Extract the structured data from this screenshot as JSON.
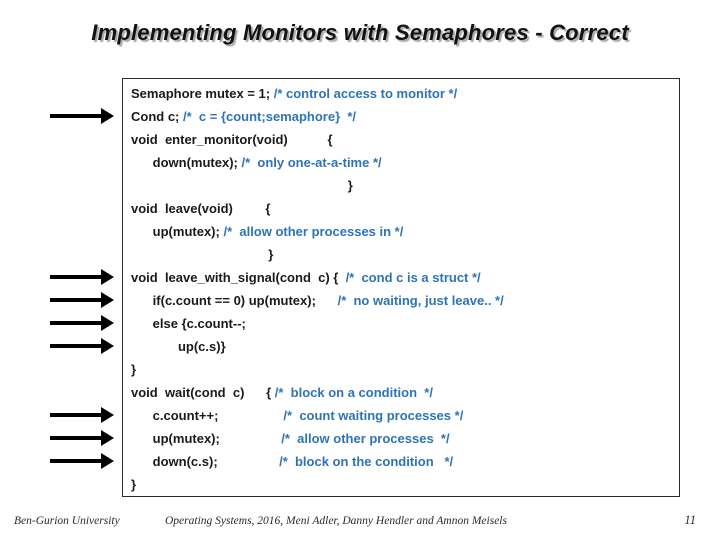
{
  "slide": {
    "title": "Implementing Monitors with Semaphores - Correct",
    "footer": {
      "left": "Ben-Gurion University",
      "center": "Operating Systems, 2016, Meni Adler, Danny Hendler and Amnon Meisels",
      "page_number": "11"
    }
  },
  "colors": {
    "code_text": "#1a1a1a",
    "comment": "#2E74B5",
    "arrow": "#000000",
    "box_border": "#2b2b2b"
  },
  "code": {
    "lines": [
      {
        "segments": [
          {
            "text": "Semaphore mutex = 1; ",
            "type": "code"
          },
          {
            "text": "/* control access to monitor */",
            "type": "comment"
          }
        ]
      },
      {
        "segments": [
          {
            "text": "Cond c; ",
            "type": "code"
          },
          {
            "text": "/*  c = {count;semaphore}  */",
            "type": "comment"
          }
        ]
      },
      {
        "segments": [
          {
            "text": "void  enter_monitor(void)           {",
            "type": "code"
          }
        ]
      },
      {
        "segments": [
          {
            "text": "      down(mutex); ",
            "type": "code"
          },
          {
            "text": "/*  only one-at-a-time */",
            "type": "comment"
          }
        ]
      },
      {
        "segments": [
          {
            "text": "                                                            }",
            "type": "code"
          }
        ]
      },
      {
        "segments": [
          {
            "text": "void  leave(void)         {",
            "type": "code"
          }
        ]
      },
      {
        "segments": [
          {
            "text": "      up(mutex); ",
            "type": "code"
          },
          {
            "text": "/*  allow other processes in */",
            "type": "comment"
          }
        ]
      },
      {
        "segments": [
          {
            "text": "                                      }",
            "type": "code"
          }
        ]
      },
      {
        "segments": [
          {
            "text": "void  leave_with_signal(cond  c) {  ",
            "type": "code"
          },
          {
            "text": "/*  cond c is a struct */",
            "type": "comment"
          }
        ]
      },
      {
        "segments": [
          {
            "text": "      if(c.count == 0) up(mutex);      ",
            "type": "code"
          },
          {
            "text": "/*  no waiting, just leave.. */",
            "type": "comment"
          }
        ]
      },
      {
        "segments": [
          {
            "text": "      else {c.count--;",
            "type": "code"
          }
        ]
      },
      {
        "segments": [
          {
            "text": "             up(c.s)}",
            "type": "code"
          }
        ]
      },
      {
        "segments": [
          {
            "text": "}",
            "type": "code"
          }
        ]
      },
      {
        "segments": [
          {
            "text": "void  wait(cond  c)      { ",
            "type": "code"
          },
          {
            "text": "/*  block on a condition  */",
            "type": "comment"
          }
        ]
      },
      {
        "segments": [
          {
            "text": "      c.count++;                  ",
            "type": "code"
          },
          {
            "text": "/*  count waiting processes */",
            "type": "comment"
          }
        ]
      },
      {
        "segments": [
          {
            "text": "      up(mutex);                 ",
            "type": "code"
          },
          {
            "text": "/*  allow other processes  */",
            "type": "comment"
          }
        ]
      },
      {
        "segments": [
          {
            "text": "      down(c.s);                 ",
            "type": "code"
          },
          {
            "text": "/*  block on the condition   */",
            "type": "comment"
          }
        ]
      },
      {
        "segments": [
          {
            "text": "}",
            "type": "code"
          }
        ]
      }
    ]
  },
  "arrows": [
    {
      "name": "arrow-cond-declaration-line",
      "line": 2
    },
    {
      "name": "arrow-leave-with-signal-line",
      "line": 9
    },
    {
      "name": "arrow-if-count-zero-line",
      "line": 10
    },
    {
      "name": "arrow-else-count-decrement-line",
      "line": 11
    },
    {
      "name": "arrow-up-cs-line",
      "line": 12
    },
    {
      "name": "arrow-count-increment-line",
      "line": 15
    },
    {
      "name": "arrow-up-mutex-line",
      "line": 16
    },
    {
      "name": "arrow-down-cs-line",
      "line": 17
    }
  ]
}
